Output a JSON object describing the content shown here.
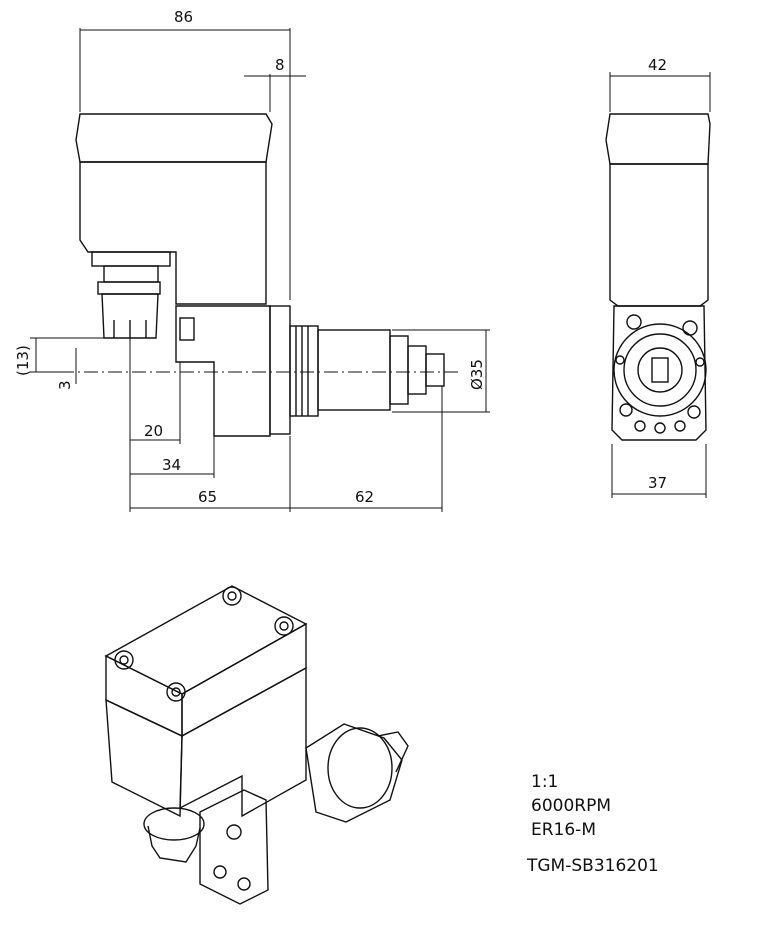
{
  "dimensions": {
    "width_86": "86",
    "thickness_8": "8",
    "depth_42": "42",
    "offset_13": "(13)",
    "offset_3": "3",
    "len_20": "20",
    "len_34": "34",
    "len_65": "65",
    "len_62": "62",
    "dia_35": "Ø35",
    "width_37": "37"
  },
  "specs": {
    "ratio": "1:1",
    "speed": "6000RPM",
    "collet": "ER16-M",
    "model": "TGM-SB316201"
  }
}
